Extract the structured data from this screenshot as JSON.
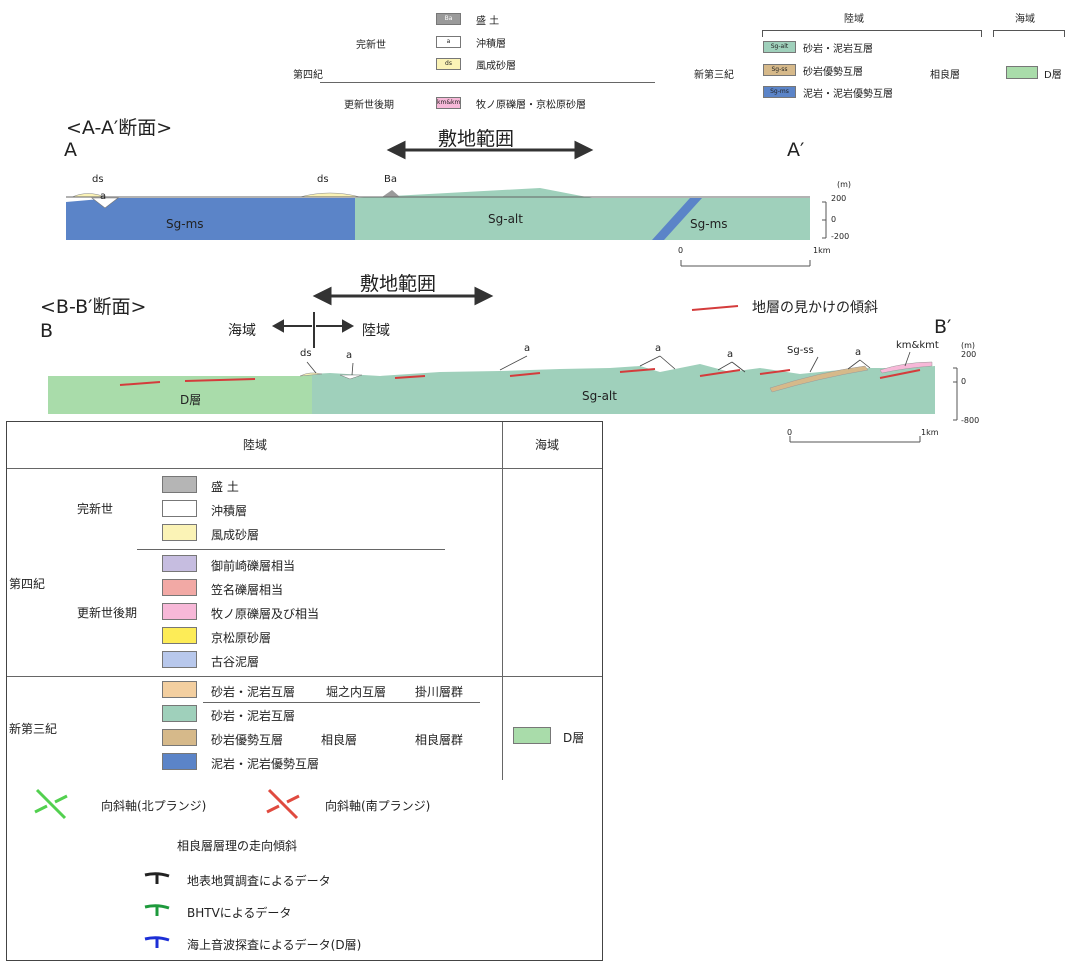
{
  "colors": {
    "fill_ba": "#b5b5b5",
    "alluvium": "#ffffff",
    "dune_sand": "#fbf3b6",
    "omaezaki": "#c6bde0",
    "kasana": "#f2a9a5",
    "makinohara": "#f7b8d8",
    "kyomatsubara": "#fdec57",
    "furuya": "#b8c8ec",
    "sg_alt_upper": "#f3cfa0",
    "sg_alt": "#9fd0bb",
    "sg_ss": "#d6b98a",
    "sg_ms": "#5b84c8",
    "d_layer": "#a9dcaa",
    "dip_line": "#d43c3c",
    "survey_surface": "#222222",
    "survey_bhtv": "#1e9a3c",
    "survey_marine": "#1c2fd6"
  },
  "top_legend": {
    "land_title": "陸域",
    "sea_title": "海域",
    "quaternary": "第四紀",
    "holocene": "完新世",
    "late_pleistocene": "更新世後期",
    "neogene": "新第三紀",
    "sagara": "相良層",
    "items": {
      "ba_code": "Ba",
      "ba_label": "盛 土",
      "a_code": "a",
      "a_label": "沖積層",
      "ds_code": "ds",
      "ds_label": "風成砂層",
      "km_code": "km&kmt",
      "km_label": "牧ノ原礫層・京松原砂層",
      "sgalt_code": "Sg-alt",
      "sgalt_label": "砂岩・泥岩互層",
      "sgss_code": "Sg-ss",
      "sgss_label": "砂岩優勢互層",
      "sgms_code": "Sg-ms",
      "sgms_label": "泥岩・泥岩優勢互層",
      "d_label": "D層"
    }
  },
  "section_aa": {
    "title": "<A-A′断面>",
    "left_end": "A",
    "right_end": "A′",
    "site_range": "敷地範囲",
    "label_ds1": "ds",
    "label_a": "a",
    "label_ds2": "ds",
    "label_ba": "Ba",
    "label_sgms_left": "Sg-ms",
    "label_sgalt": "Sg-alt",
    "label_sgms_right": "Sg-ms",
    "scale_unit": "(m)",
    "scale_top": "200",
    "scale_mid": "0",
    "scale_bottom": "-200",
    "bar_zero": "0",
    "bar_end": "1km"
  },
  "section_bb": {
    "title": "<B-B′断面>",
    "left_end": "B",
    "right_end": "B′",
    "site_range": "敷地範囲",
    "sea": "海域",
    "land": "陸域",
    "dip_legend": "地層の見かけの傾斜",
    "label_ds": "ds",
    "label_a1": "a",
    "label_a2": "a",
    "label_a3": "a",
    "label_a4": "a",
    "label_sgss": "Sg-ss",
    "label_a5": "a",
    "label_km": "km&kmt",
    "label_d": "D層",
    "label_sgalt": "Sg-alt",
    "scale_unit": "(m)",
    "scale_top": "200",
    "scale_mid": "0",
    "scale_bottom": "-800",
    "bar_zero": "0",
    "bar_end": "1km"
  },
  "legend": {
    "land_header": "陸域",
    "sea_header": "海域",
    "quaternary": "第四紀",
    "holocene": "完新世",
    "late_pleistocene": "更新世後期",
    "neogene": "新第三紀",
    "fill": "盛 土",
    "alluvium": "沖積層",
    "dune_sand": "風成砂層",
    "omaezaki": "御前崎礫層相当",
    "kasana": "笠名礫層相当",
    "makinohara": "牧ノ原礫層及び相当",
    "kyomatsubara": "京松原砂層",
    "furuya": "古谷泥層",
    "horinouchi_row": "砂岩・泥岩互層",
    "horinouchi": "堀之内互層",
    "kakegawa": "掛川層群",
    "sgalt": "砂岩・泥岩互層",
    "sgss": "砂岩優勢互層",
    "sagara_layer": "相良層",
    "sagara_group": "相良層群",
    "sgms": "泥岩・泥岩優勢互層",
    "d_layer": "D層",
    "syncline_north": "向斜軸(北プランジ)",
    "syncline_south": "向斜軸(南プランジ)",
    "strike_dip_title": "相良層層理の走向傾斜",
    "survey_surface": "地表地質調査によるデータ",
    "survey_bhtv": "BHTVによるデータ",
    "survey_marine": "海上音波探査によるデータ(D層)"
  }
}
